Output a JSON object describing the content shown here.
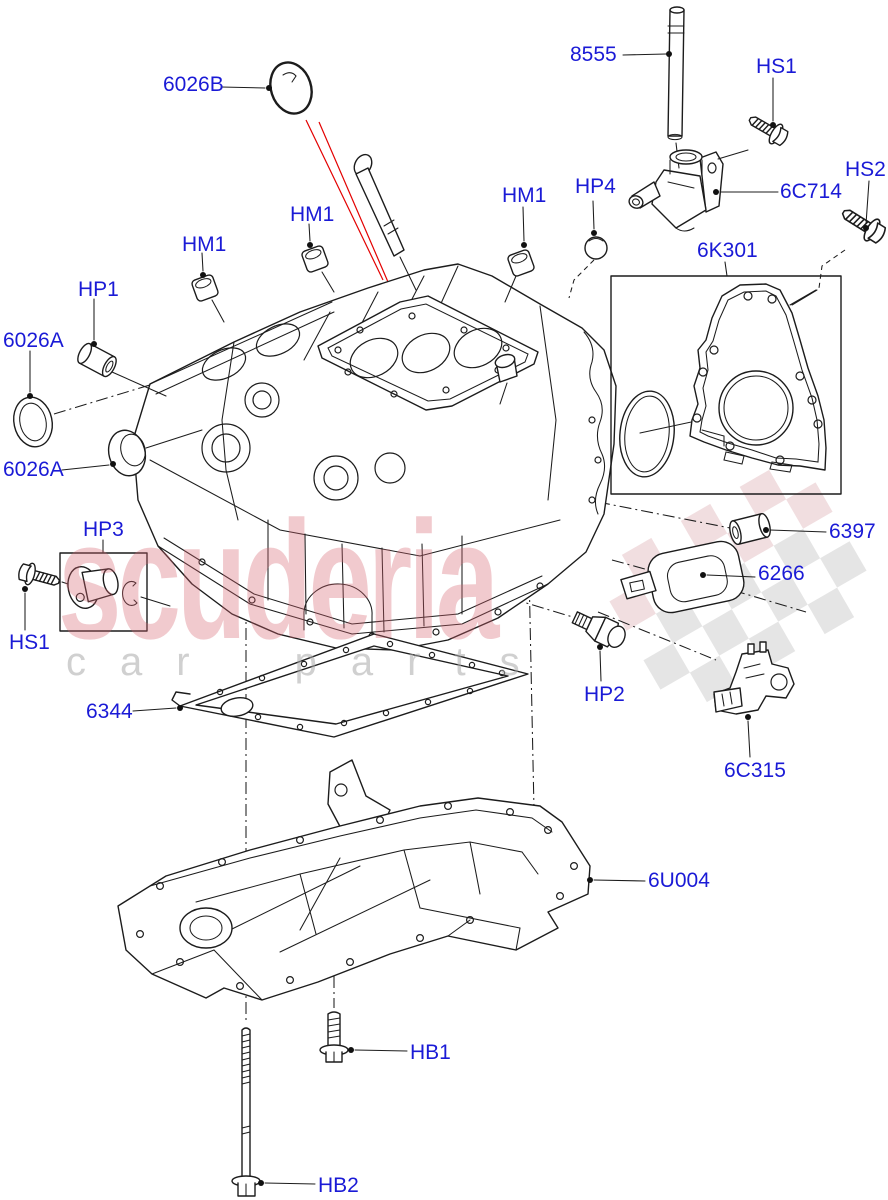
{
  "watermark": {
    "brand": "scuderia",
    "subtitle": "car parts"
  },
  "colors": {
    "label_blue": "#1a1ad6",
    "line_black": "#1c1c1c",
    "highlight_red": "#e30000",
    "watermark_pink": "rgba(214,100,112,0.34)",
    "checker_gray": "#e0e0e0",
    "checker_pink": "#eed8da"
  },
  "labels": [
    {
      "text": "8555"
    },
    {
      "text": "HS1"
    },
    {
      "text": "HS2"
    },
    {
      "text": "6C714"
    },
    {
      "text": "6K301"
    },
    {
      "text": "6026B"
    },
    {
      "text": "HM1"
    },
    {
      "text": "HP4"
    },
    {
      "text": "HM1"
    },
    {
      "text": "HM1"
    },
    {
      "text": "HP1"
    },
    {
      "text": "6026A"
    },
    {
      "text": "6026A"
    },
    {
      "text": "HP3"
    },
    {
      "text": "HS1"
    },
    {
      "text": "6344"
    },
    {
      "text": "6397"
    },
    {
      "text": "6266"
    },
    {
      "text": "HP2"
    },
    {
      "text": "6C315"
    },
    {
      "text": "6U004"
    },
    {
      "text": "HB1"
    },
    {
      "text": "HB2"
    }
  ]
}
